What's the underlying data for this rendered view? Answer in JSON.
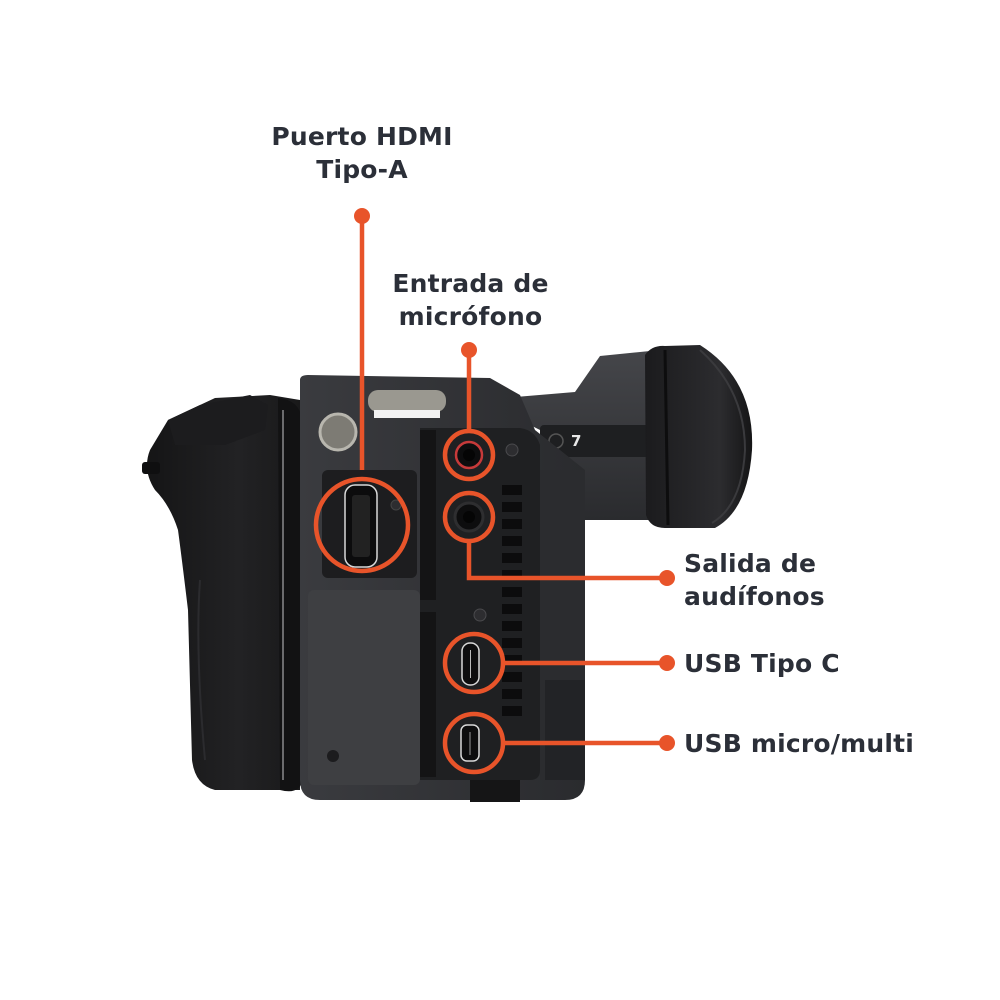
{
  "image": {
    "subject": "camera-side-view-ports",
    "background": "#ffffff",
    "accent_color": "#e8542a",
    "text_color": "#2b2f38"
  },
  "camera": {
    "viewfinder_marking": "7"
  },
  "callouts": [
    {
      "id": "hdmi",
      "line1": "Puerto HDMI",
      "line2": "Tipo-A"
    },
    {
      "id": "mic",
      "line1": "Entrada de",
      "line2": "micrófono"
    },
    {
      "id": "headphones",
      "line1": "Salida de",
      "line2": "audífonos"
    },
    {
      "id": "usb_c",
      "line1": "USB Tipo C"
    },
    {
      "id": "usb_micro",
      "line1": "USB micro/multi"
    }
  ]
}
